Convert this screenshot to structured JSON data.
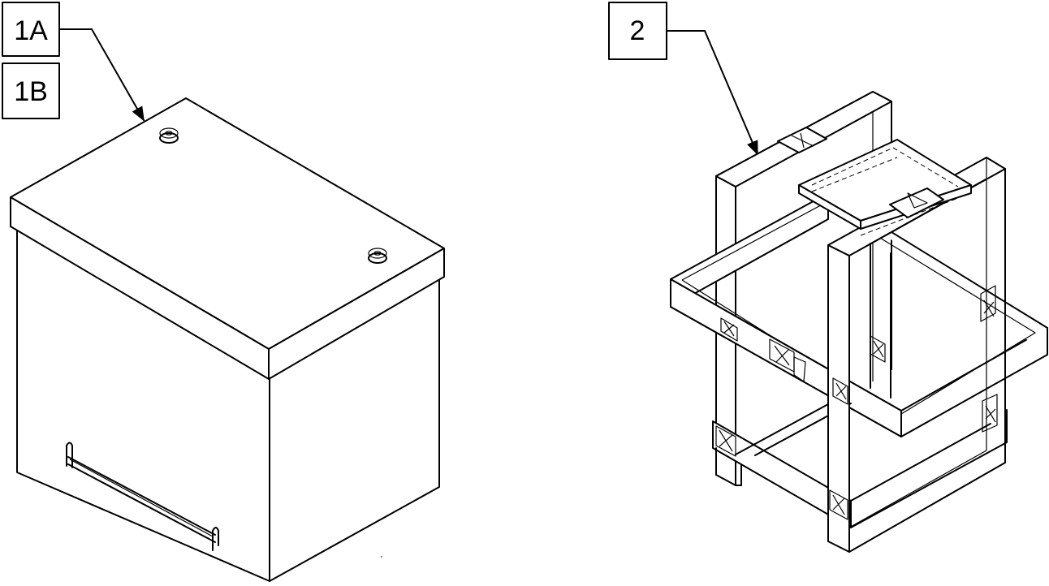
{
  "callouts": {
    "label_1a": "1A",
    "label_1b": "1B",
    "label_2": "2"
  }
}
